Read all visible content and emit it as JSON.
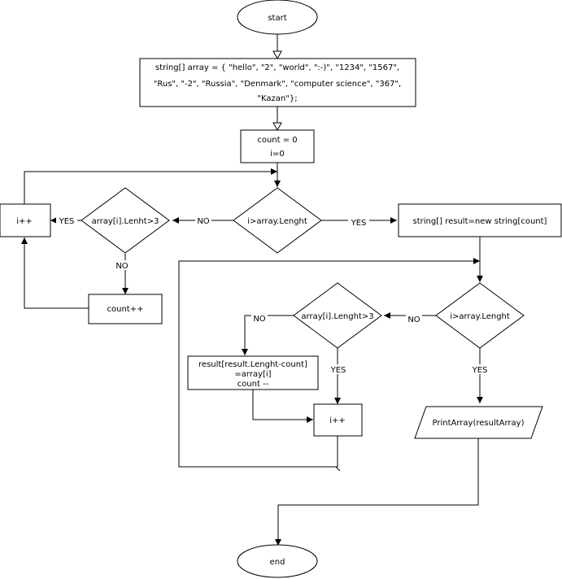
{
  "nodes": {
    "start": "start",
    "init_array": [
      "string[] array = { \"hello\", \"2\", \"world\", \":-)\", \"1234\", \"1567\",",
      "\"Rus\", \"-2\", \"Russia\", \"Denmark\", \"computer science\", \"367\",",
      "\"Kazan\"};"
    ],
    "init_vars": [
      "count = 0",
      "i=0"
    ],
    "cond_loop1": "i>array.Lenght",
    "cond_len1": "array[i].Lenht>3",
    "inc_i1": "i++",
    "count_inc": "count++",
    "result_decl": "string[] result=new string[count]",
    "cond_loop2": "i>array.Lenght",
    "cond_len2": "array[i].Lenght>3",
    "assign": [
      "result[result.Lenght-count]",
      "=array[i]",
      "count --"
    ],
    "inc_i2": "i++",
    "print": "PrintArray(resultArray)",
    "end": "end"
  },
  "edge_labels": {
    "loop1_no": "NO",
    "loop1_yes": "YES",
    "len1_yes": "YES",
    "len1_no": "NO",
    "loop2_no": "NO",
    "loop2_yes": "YES",
    "len2_no": "NO",
    "len2_yes": "YES"
  }
}
